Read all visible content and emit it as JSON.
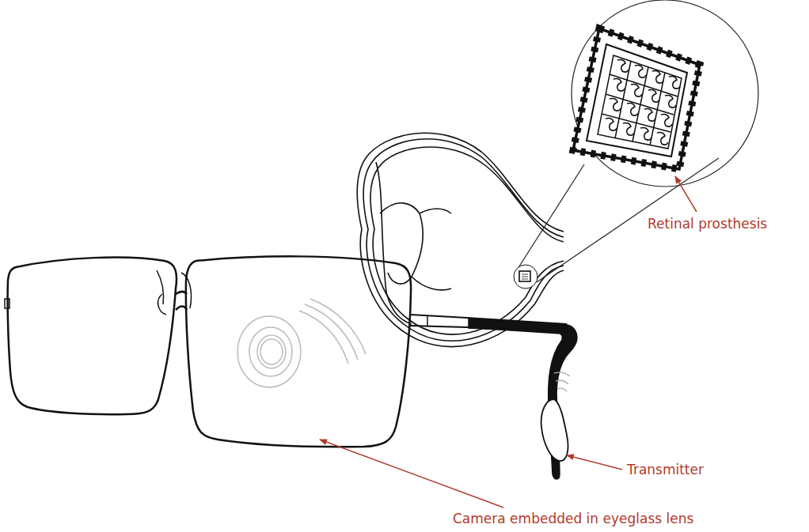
{
  "diagram": {
    "labels": [
      "Retinal prosthesis",
      "Transmitter",
      "Camera embedded in eyeglass lens"
    ]
  }
}
